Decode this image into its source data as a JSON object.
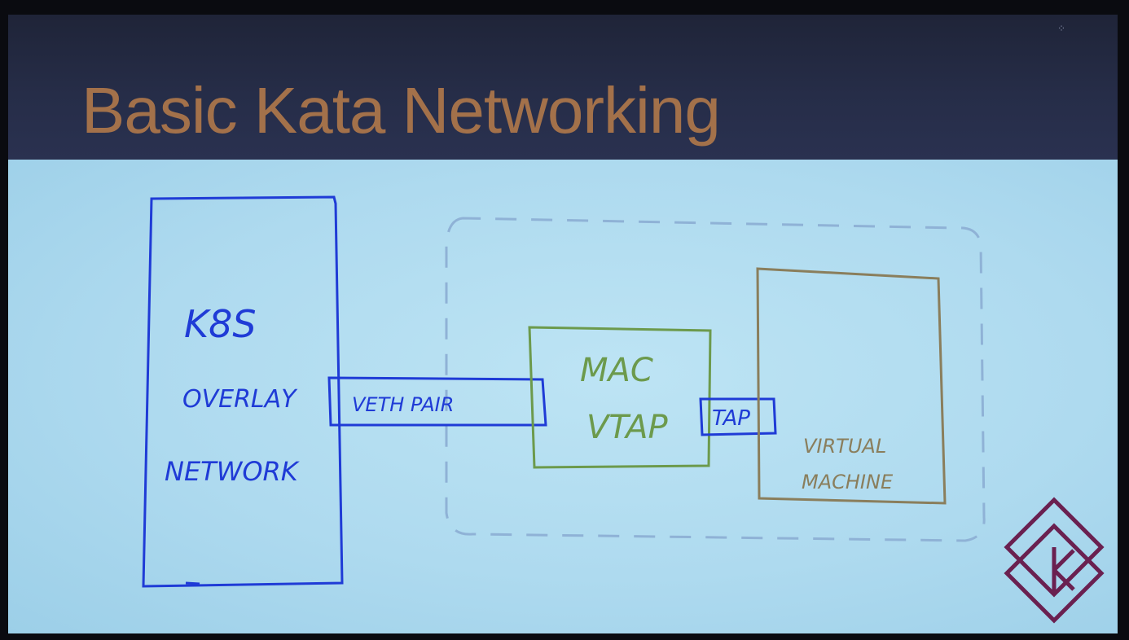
{
  "slide": {
    "title": "Basic Kata Networking"
  },
  "diagram": {
    "k8s_block": {
      "lines": [
        "K8S",
        "OVERLAY",
        "NETWORK"
      ]
    },
    "veth_pair": {
      "label": "VETH PAIR"
    },
    "mac_vtap": {
      "lines": [
        "MAC",
        "VTAP"
      ]
    },
    "tap": {
      "label": "TAP"
    },
    "virtual_machine": {
      "lines": [
        "VIRTUAL",
        "MACHINE"
      ]
    }
  },
  "colors": {
    "title_bar": "#262d48",
    "title_text": "#a3714a",
    "body_background": "#b3def1",
    "pen_blue": "#1f3bd6",
    "pen_green": "#6c9a4c",
    "pen_brown": "#8a7e5c",
    "dashed_boundary": "#8fb2d6",
    "logo": "#6a2050"
  },
  "icons": {
    "logo": "kata-containers-logo-icon"
  }
}
